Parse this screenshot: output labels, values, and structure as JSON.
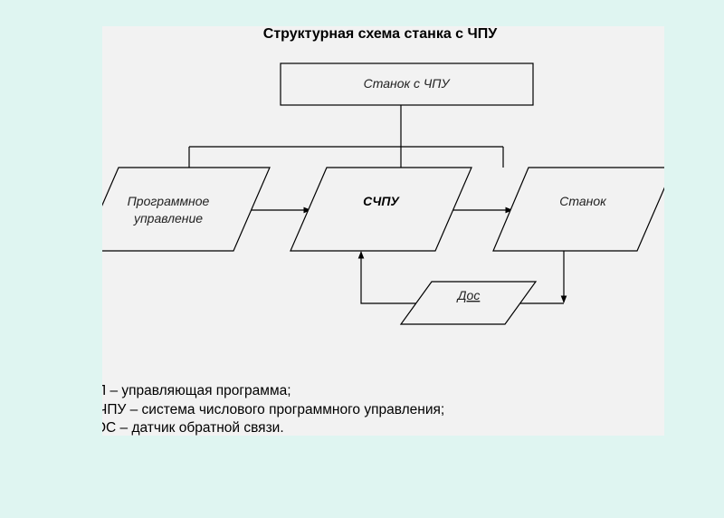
{
  "title": "Структурная схема станка с ЧПУ",
  "nodes": {
    "root": "Станок с ЧПУ",
    "program": [
      "Программное",
      "управление"
    ],
    "cnc": "СЧПУ",
    "machine": "Станок",
    "feedback": "Дос"
  },
  "legend": [
    "П – управляющая программа;",
    "ЧПУ – система числового программного управления;",
    "ОС – датчик обратной связи."
  ],
  "colors": {
    "background": "#dff5f1",
    "panel": "#f2f2f2"
  }
}
